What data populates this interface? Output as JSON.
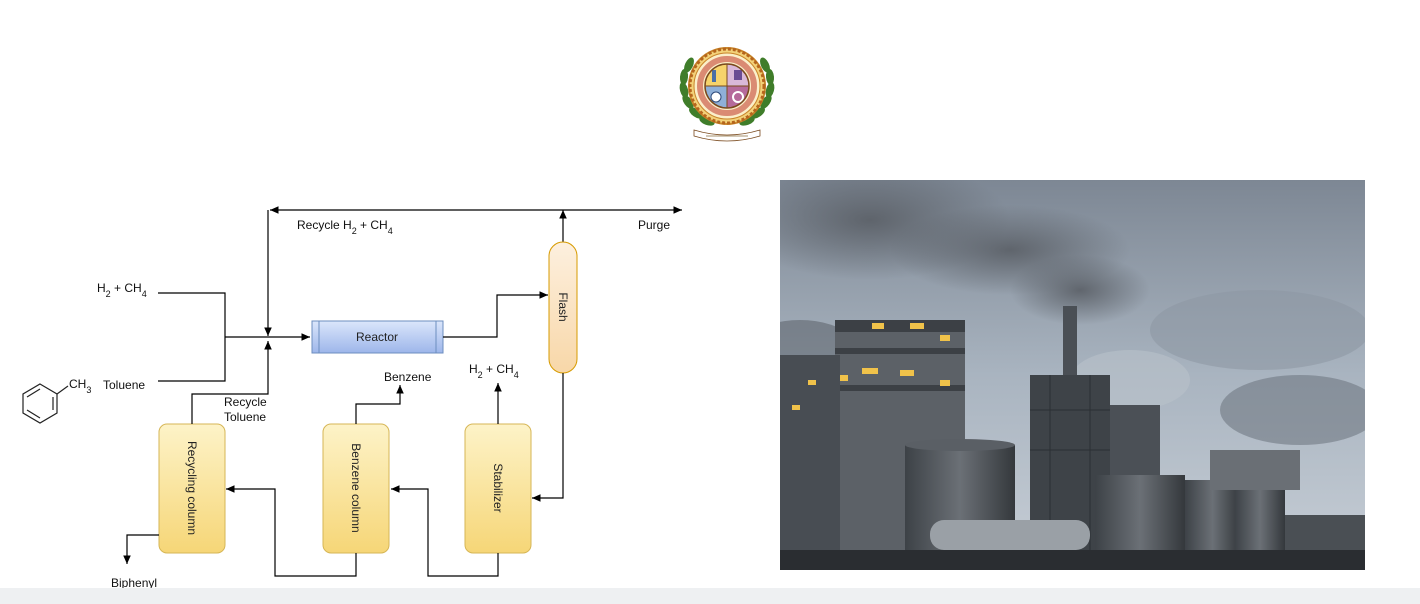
{
  "diagram": {
    "streams": {
      "recycle_gas": "Recycle H",
      "recycle_gas_sub": "2",
      "recycle_gas_tail": " + CH",
      "recycle_gas_sub2": "4",
      "purge": "Purge",
      "feed_gas": "H",
      "feed_gas_sub": "2",
      "feed_gas_tail": " + CH",
      "feed_gas_sub2": "4",
      "toluene": "Toluene",
      "recycle_toluene_line1": "Recycle",
      "recycle_toluene_line2": "Toluene",
      "benzene": "Benzene",
      "offgas": "H",
      "offgas_sub": "2",
      "offgas_tail": " + CH",
      "offgas_sub2": "4",
      "biphenyl": "Biphenyl",
      "methyl_group": "CH",
      "methyl_sub": "3"
    },
    "units": {
      "reactor": "Reactor",
      "flash": "Flash",
      "stabilizer": "Stabilizer",
      "benzene_column": "Benzene column",
      "recycling_column": "Recycling column"
    },
    "colors": {
      "reactor_fill": "#b8c9f0",
      "reactor_stroke": "#6c8ebf",
      "flash_fill": "#fbe3c6",
      "flash_stroke": "#d79b00",
      "column_fill": "#fbe3a0",
      "column_stroke": "#d6b656",
      "line": "#000000"
    }
  },
  "photo": {
    "description_icon": "industrial-plant-photo"
  },
  "logo": {
    "icon": "institute-emblem"
  }
}
